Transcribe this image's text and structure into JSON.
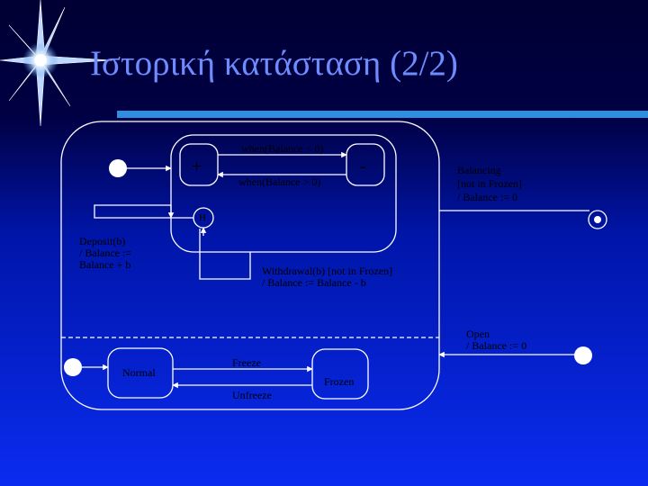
{
  "slide": {
    "title": "Ιστορική κατάσταση (2/2)"
  },
  "diagram": {
    "plus_state": "+",
    "minus_state": "-",
    "history_state": "H",
    "normal_state": "Normal",
    "frozen_state": "Frozen",
    "when_negative": "when(Balance < 0)",
    "when_positive": "when(Balance > 0)",
    "deposit": [
      "Deposit(b)",
      "/ Balance :=",
      "Balance + b"
    ],
    "withdrawal": [
      "Withdrawal(b) [not in Frozen]",
      "/ Balance := Balance - b"
    ],
    "balancing": [
      "Balancing",
      "[not in Frozen]",
      "/ Balance := 0"
    ],
    "open": [
      "Open",
      "/ Balance := 0"
    ],
    "freeze": "Freeze",
    "unfreeze": "Unfreeze"
  },
  "colors": {
    "background_top": "#000033",
    "background_bottom": "#0a2cf0",
    "title": "#6f8cff",
    "rule": "#2e8ee0",
    "lines": "#ffffff",
    "text": "#000000"
  }
}
